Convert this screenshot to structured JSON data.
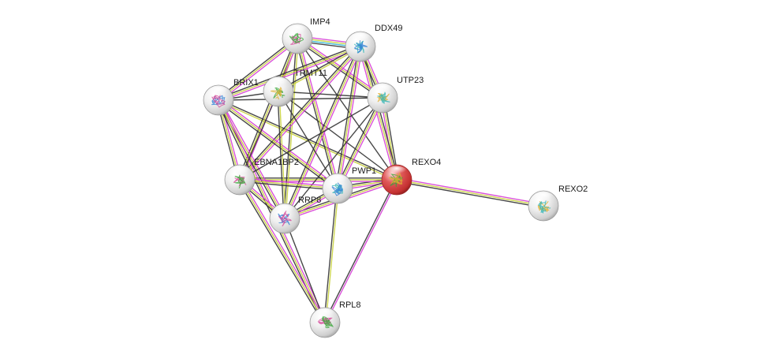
{
  "network": {
    "query_node": "REXO4",
    "nodes": [
      {
        "id": "IMP4",
        "label": "IMP4",
        "color": "#e6e6e6"
      },
      {
        "id": "DDX49",
        "label": "DDX49",
        "color": "#e6e6e6"
      },
      {
        "id": "TRMT11",
        "label": "TRMT11",
        "color": "#e6e6e6"
      },
      {
        "id": "BRIX1",
        "label": "BRIX1",
        "color": "#e6e6e6"
      },
      {
        "id": "UTP23",
        "label": "UTP23",
        "color": "#e6e6e6"
      },
      {
        "id": "EBNA1BP2",
        "label": "EBNA1BP2",
        "color": "#e6e6e6"
      },
      {
        "id": "PWP1",
        "label": "PWP1",
        "color": "#e6e6e6"
      },
      {
        "id": "REXO4",
        "label": "REXO4",
        "color": "#d84a4a"
      },
      {
        "id": "RRP8",
        "label": "RRP8",
        "color": "#e6e6e6"
      },
      {
        "id": "REXO2",
        "label": "REXO2",
        "color": "#e6e6e6"
      },
      {
        "id": "RPL8",
        "label": "RPL8",
        "color": "#e6e6e6"
      }
    ],
    "edge_colors": {
      "coexpression": "#333333",
      "textmining": "#c8d23c",
      "experiments": "#d63fd6",
      "databases": "#33b5d6",
      "neighborhood": "#3f3fd6"
    },
    "edges": [
      {
        "source": "REXO4",
        "target": "REXO2",
        "types": [
          "experiments",
          "textmining",
          "coexpression"
        ]
      },
      {
        "source": "REXO4",
        "target": "RPL8",
        "types": [
          "experiments",
          "coexpression"
        ]
      },
      {
        "source": "REXO4",
        "target": "PWP1",
        "types": [
          "experiments",
          "textmining",
          "coexpression"
        ]
      },
      {
        "source": "REXO4",
        "target": "RRP8",
        "types": [
          "experiments",
          "textmining",
          "coexpression"
        ]
      },
      {
        "source": "REXO4",
        "target": "EBNA1BP2",
        "types": [
          "experiments",
          "textmining",
          "coexpression"
        ]
      },
      {
        "source": "REXO4",
        "target": "UTP23",
        "types": [
          "experiments",
          "textmining",
          "coexpression"
        ]
      },
      {
        "source": "REXO4",
        "target": "DDX49",
        "types": [
          "experiments",
          "textmining",
          "coexpression"
        ]
      },
      {
        "source": "REXO4",
        "target": "BRIX1",
        "types": [
          "textmining",
          "coexpression"
        ]
      },
      {
        "source": "REXO4",
        "target": "TRMT11",
        "types": [
          "coexpression"
        ]
      },
      {
        "source": "REXO4",
        "target": "IMP4",
        "types": [
          "coexpression"
        ]
      },
      {
        "source": "IMP4",
        "target": "DDX49",
        "types": [
          "experiments",
          "textmining",
          "databases",
          "coexpression"
        ]
      },
      {
        "source": "IMP4",
        "target": "BRIX1",
        "types": [
          "experiments",
          "textmining",
          "coexpression"
        ]
      },
      {
        "source": "IMP4",
        "target": "TRMT11",
        "types": [
          "textmining",
          "coexpression"
        ]
      },
      {
        "source": "IMP4",
        "target": "UTP23",
        "types": [
          "experiments",
          "textmining",
          "coexpression"
        ]
      },
      {
        "source": "IMP4",
        "target": "EBNA1BP2",
        "types": [
          "experiments",
          "textmining",
          "coexpression"
        ]
      },
      {
        "source": "IMP4",
        "target": "PWP1",
        "types": [
          "experiments",
          "textmining",
          "coexpression"
        ]
      },
      {
        "source": "IMP4",
        "target": "RRP8",
        "types": [
          "textmining",
          "coexpression"
        ]
      },
      {
        "source": "DDX49",
        "target": "BRIX1",
        "types": [
          "experiments",
          "textmining",
          "coexpression"
        ]
      },
      {
        "source": "DDX49",
        "target": "TRMT11",
        "types": [
          "textmining",
          "coexpression"
        ]
      },
      {
        "source": "DDX49",
        "target": "UTP23",
        "types": [
          "experiments",
          "textmining",
          "coexpression"
        ]
      },
      {
        "source": "DDX49",
        "target": "EBNA1BP2",
        "types": [
          "experiments",
          "textmining",
          "coexpression"
        ]
      },
      {
        "source": "DDX49",
        "target": "PWP1",
        "types": [
          "experiments",
          "textmining",
          "coexpression"
        ]
      },
      {
        "source": "DDX49",
        "target": "RRP8",
        "types": [
          "experiments",
          "textmining",
          "coexpression"
        ]
      },
      {
        "source": "BRIX1",
        "target": "TRMT11",
        "types": [
          "coexpression"
        ]
      },
      {
        "source": "BRIX1",
        "target": "UTP23",
        "types": [
          "coexpression"
        ]
      },
      {
        "source": "BRIX1",
        "target": "EBNA1BP2",
        "types": [
          "experiments",
          "textmining",
          "coexpression"
        ]
      },
      {
        "source": "BRIX1",
        "target": "PWP1",
        "types": [
          "experiments",
          "textmining",
          "coexpression"
        ]
      },
      {
        "source": "BRIX1",
        "target": "RRP8",
        "types": [
          "experiments",
          "textmining",
          "coexpression"
        ]
      },
      {
        "source": "BRIX1",
        "target": "RPL8",
        "types": [
          "experiments",
          "textmining",
          "coexpression"
        ]
      },
      {
        "source": "TRMT11",
        "target": "UTP23",
        "types": [
          "coexpression"
        ]
      },
      {
        "source": "TRMT11",
        "target": "EBNA1BP2",
        "types": [
          "coexpression"
        ]
      },
      {
        "source": "TRMT11",
        "target": "PWP1",
        "types": [
          "coexpression"
        ]
      },
      {
        "source": "TRMT11",
        "target": "RRP8",
        "types": [
          "textmining",
          "coexpression"
        ]
      },
      {
        "source": "UTP23",
        "target": "EBNA1BP2",
        "types": [
          "coexpression"
        ]
      },
      {
        "source": "UTP23",
        "target": "PWP1",
        "types": [
          "experiments",
          "textmining",
          "coexpression"
        ]
      },
      {
        "source": "UTP23",
        "target": "RRP8",
        "types": [
          "coexpression"
        ]
      },
      {
        "source": "EBNA1BP2",
        "target": "PWP1",
        "types": [
          "experiments",
          "textmining",
          "coexpression"
        ]
      },
      {
        "source": "EBNA1BP2",
        "target": "RRP8",
        "types": [
          "experiments",
          "textmining",
          "coexpression"
        ]
      },
      {
        "source": "EBNA1BP2",
        "target": "RPL8",
        "types": [
          "experiments",
          "textmining",
          "coexpression"
        ]
      },
      {
        "source": "PWP1",
        "target": "RRP8",
        "types": [
          "experiments",
          "textmining",
          "coexpression"
        ]
      },
      {
        "source": "PWP1",
        "target": "RPL8",
        "types": [
          "textmining",
          "coexpression"
        ]
      },
      {
        "source": "RRP8",
        "target": "RPL8",
        "types": [
          "coexpression"
        ]
      }
    ]
  }
}
